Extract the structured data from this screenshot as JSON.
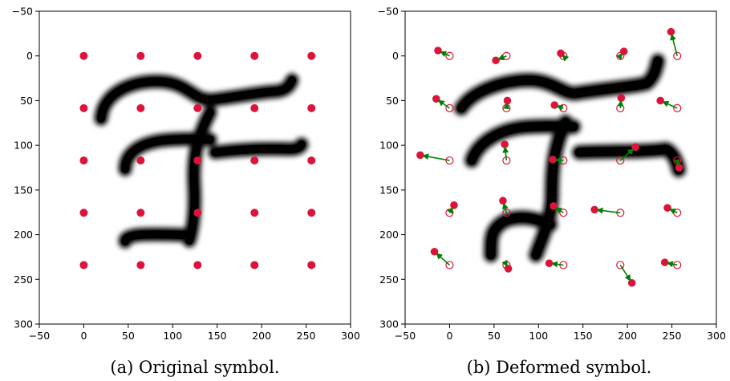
{
  "chart_data": [
    {
      "type": "scatter",
      "caption": "(a) Original symbol.",
      "xlim": [
        -50,
        300
      ],
      "ylim": [
        300,
        -50
      ],
      "y_inverted": true,
      "xticks": [
        -50,
        0,
        50,
        100,
        150,
        200,
        250,
        300
      ],
      "yticks": [
        -50,
        0,
        50,
        100,
        150,
        200,
        250,
        300
      ],
      "background_image": "blurred black handwritten symbol",
      "points": {
        "color": "#dc143c",
        "x": [
          0,
          0,
          0,
          0,
          0,
          64,
          64,
          64,
          64,
          64,
          128,
          128,
          128,
          128,
          128,
          192,
          192,
          192,
          192,
          192,
          256,
          256,
          256,
          256,
          256
        ],
        "y": [
          0,
          58.5,
          117,
          175.5,
          234,
          0,
          58.5,
          117,
          175.5,
          234,
          0,
          58.5,
          117,
          175.5,
          234,
          0,
          58.5,
          117,
          175.5,
          234,
          0,
          58.5,
          117,
          175.5,
          234
        ]
      }
    },
    {
      "type": "scatter",
      "caption": "(b) Deformed symbol.",
      "xlim": [
        -50,
        300
      ],
      "ylim": [
        300,
        -50
      ],
      "y_inverted": true,
      "xticks": [
        -50,
        0,
        50,
        100,
        150,
        200,
        250,
        300
      ],
      "yticks": [
        -50,
        0,
        50,
        100,
        150,
        200,
        250,
        300
      ],
      "background_image": "blurred black handwritten symbol, deformed",
      "control_points": {
        "color": "#dc143c",
        "arrow_color": "#008000",
        "original": [
          [
            0,
            0
          ],
          [
            64,
            0
          ],
          [
            128,
            0
          ],
          [
            192,
            0
          ],
          [
            256,
            0
          ],
          [
            0,
            58.5
          ],
          [
            64,
            58.5
          ],
          [
            128,
            58.5
          ],
          [
            192,
            58.5
          ],
          [
            256,
            58.5
          ],
          [
            0,
            117
          ],
          [
            64,
            117
          ],
          [
            128,
            117
          ],
          [
            192,
            117
          ],
          [
            256,
            117
          ],
          [
            0,
            175.5
          ],
          [
            64,
            175.5
          ],
          [
            128,
            175.5
          ],
          [
            192,
            175.5
          ],
          [
            256,
            175.5
          ],
          [
            0,
            234
          ],
          [
            64,
            234
          ],
          [
            128,
            234
          ],
          [
            192,
            234
          ],
          [
            256,
            234
          ]
        ],
        "deformed": [
          [
            -13,
            -6
          ],
          [
            52,
            5
          ],
          [
            125,
            -3
          ],
          [
            196,
            -5
          ],
          [
            249,
            -27
          ],
          [
            -15,
            48
          ],
          [
            65,
            50
          ],
          [
            118,
            55
          ],
          [
            193,
            47
          ],
          [
            237,
            50
          ],
          [
            -33,
            111
          ],
          [
            62,
            99
          ],
          [
            116,
            116
          ],
          [
            209,
            102
          ],
          [
            258,
            125
          ],
          [
            5,
            167
          ],
          [
            60,
            162
          ],
          [
            117,
            168
          ],
          [
            163,
            172
          ],
          [
            245,
            170
          ],
          [
            -17,
            219
          ],
          [
            66,
            238
          ],
          [
            112,
            232
          ],
          [
            205,
            254
          ],
          [
            242,
            231
          ]
        ]
      }
    }
  ]
}
